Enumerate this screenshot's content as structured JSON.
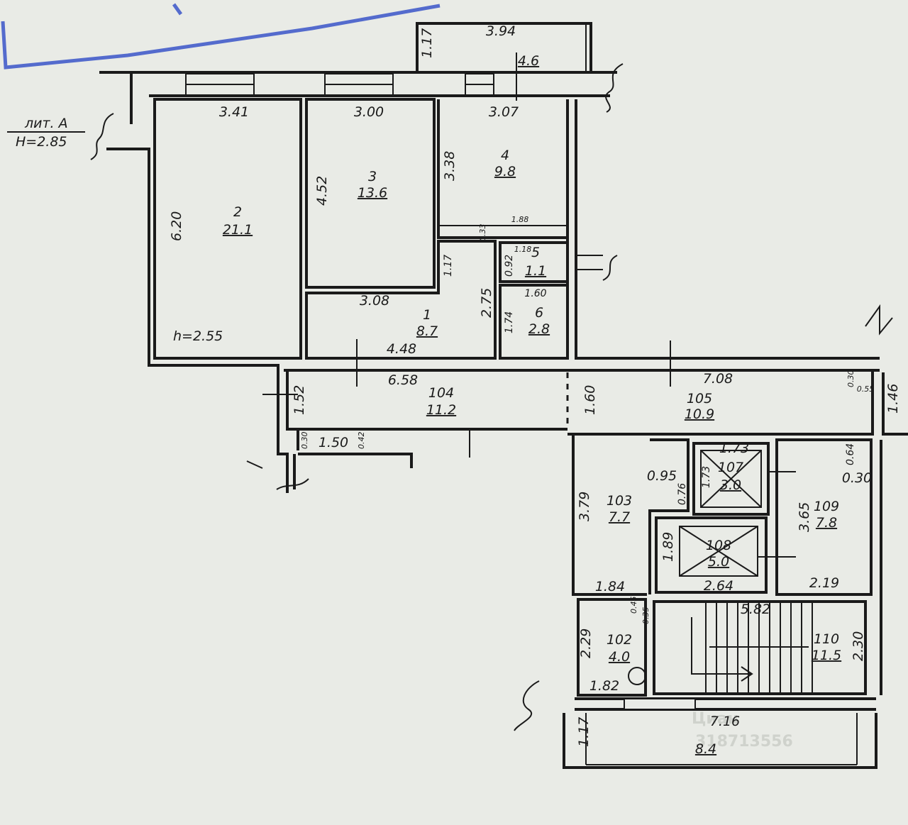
{
  "building": {
    "liter": "лит. А",
    "height": "H=2.85",
    "room_height": "h=2.55"
  },
  "watermark": {
    "brand": "Циан",
    "id": "318713556"
  },
  "rooms": {
    "r1": {
      "num": "1",
      "area": "8.7"
    },
    "r2": {
      "num": "2",
      "area": "21.1"
    },
    "r3": {
      "num": "3",
      "area": "13.6"
    },
    "r4": {
      "num": "4",
      "area": "9.8"
    },
    "r5": {
      "num": "5",
      "area": "1.1"
    },
    "r6": {
      "num": "6",
      "area": "2.8"
    },
    "r102": {
      "num": "102",
      "area": "4.0"
    },
    "r103": {
      "num": "103",
      "area": "7.7"
    },
    "r104": {
      "num": "104",
      "area": "11.2"
    },
    "r105": {
      "num": "105",
      "area": "10.9"
    },
    "r107": {
      "num": "107",
      "area": "3.0"
    },
    "r108": {
      "num": "108",
      "area": "5.0"
    },
    "r109": {
      "num": "109",
      "area": "7.8"
    },
    "r110": {
      "num": "110",
      "area": "11.5"
    },
    "balcony_top": {
      "area": "4.6"
    },
    "balcony_bottom": {
      "area": "8.4"
    }
  },
  "dims": {
    "d394": "3.94",
    "d117a": "1.17",
    "d341": "3.41",
    "d300": "3.00",
    "d307": "3.07",
    "d620": "6.20",
    "d452": "4.52",
    "d338": "3.38",
    "d188": "1.88",
    "d033": "0.33",
    "d118": "1.18",
    "d092": "0.92",
    "d117b": "1.17",
    "d160a": "1.60",
    "d308": "3.08",
    "d275": "2.75",
    "d174": "1.74",
    "d448": "4.48",
    "d658": "6.58",
    "d160b": "1.60",
    "d708": "7.08",
    "d030a": "0.30",
    "d055": "0.55",
    "d146": "1.46",
    "d152": "1.52",
    "d150": "1.50",
    "d042": "0.42",
    "d030b": "0.30",
    "d173a": "1.73",
    "d173b": "1.73",
    "d064": "0.64",
    "d030c": "0.30",
    "d095": "0.95",
    "d076": "0.76",
    "d379": "3.79",
    "d365": "3.65",
    "d189": "1.89",
    "d264": "2.64",
    "d219": "2.19",
    "d184": "1.84",
    "d582": "5.82",
    "d045": "0.45",
    "d035": "0.35",
    "d229": "2.29",
    "d230": "2.30",
    "d182": "1.82",
    "d716": "7.16",
    "d117c": "1.17"
  }
}
